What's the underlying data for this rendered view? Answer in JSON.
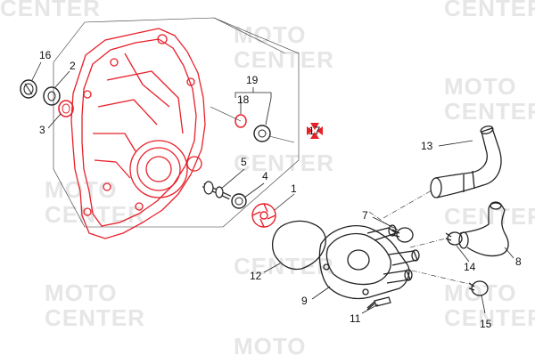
{
  "watermark": {
    "line1": "MOTO",
    "line2": "CENTER"
  },
  "labels": {
    "p1": "1",
    "p2": "2",
    "p3": "3",
    "p4": "4",
    "p5": "5",
    "p7": "7",
    "p8": "8",
    "p9": "9",
    "p11": "11",
    "p12": "12",
    "p13": "13",
    "p14": "14",
    "p15": "15",
    "p16": "16",
    "p17": "17",
    "p18": "18",
    "p19": "19"
  },
  "colors": {
    "highlight": "#e8202a",
    "line": "#222222",
    "watermark": "#e6e6e6"
  }
}
